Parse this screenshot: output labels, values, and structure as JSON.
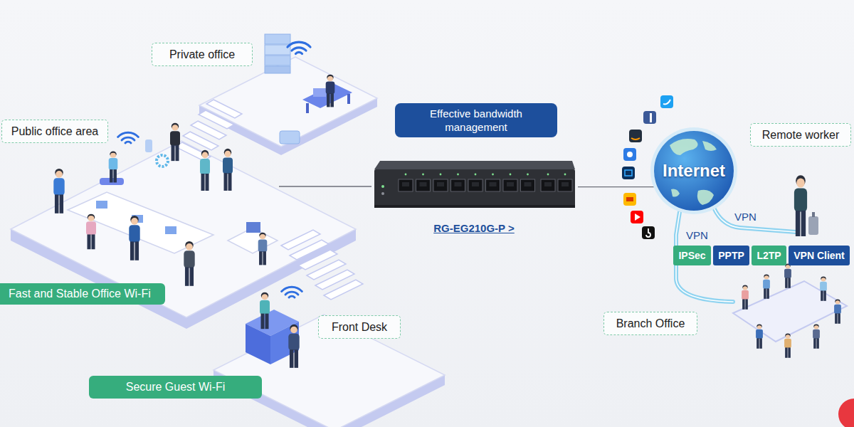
{
  "diagram": {
    "nodes": [
      {
        "text": [
          "Private office"
        ]
      },
      {
        "text": [
          "Public office area"
        ]
      },
      {
        "text": [
          "Effective bandwidth management"
        ]
      },
      {
        "text": [
          "Remote worker"
        ]
      },
      {
        "text": [
          "Internet"
        ]
      },
      {
        "text": [
          "RG-EG210G-P >"
        ]
      },
      {
        "text": [
          "IPSec"
        ]
      },
      {
        "text": [
          "PPTP"
        ]
      },
      {
        "text": [
          "L2TP"
        ]
      },
      {
        "text": [
          "VPN Client"
        ]
      },
      {
        "text": [
          "Fast and Stable Office Wi-Fi"
        ]
      },
      {
        "text": [
          "Front Desk"
        ]
      },
      {
        "text": [
          "Branch Office"
        ]
      },
      {
        "text": [
          "Secure Guest Wi-Fi"
        ]
      }
    ],
    "edges": [
      {
        "from": 5,
        "to": 4,
        "arrow": "none"
      }
    ],
    "labels": [
      "VPN",
      "VPN"
    ]
  }
}
